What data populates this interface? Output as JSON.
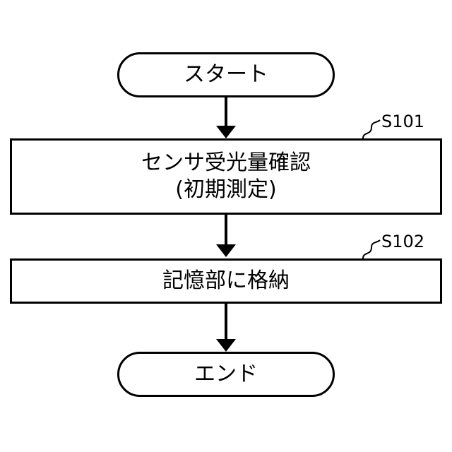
{
  "flowchart": {
    "start": {
      "label": "スタート"
    },
    "steps": [
      {
        "id": "S101",
        "label_line1": "センサ受光量確認",
        "label_line2": "(初期測定)"
      },
      {
        "id": "S102",
        "label_line1": "記憶部に格納"
      }
    ],
    "end": {
      "label": "エンド"
    }
  }
}
